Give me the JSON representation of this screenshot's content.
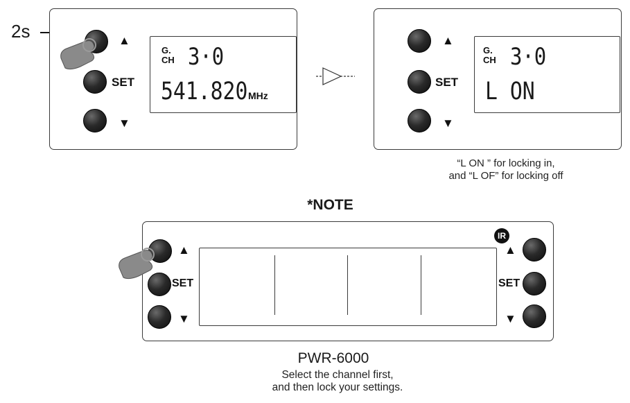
{
  "label_2s": "2s",
  "arrow_up": "▲",
  "arrow_down": "▼",
  "set": "SET",
  "lcd1": {
    "g": "G.",
    "ch": "CH",
    "channel": "3·0",
    "freq": "541.820",
    "unit": "MHz"
  },
  "lcd2": {
    "g": "G.",
    "ch": "CH",
    "channel": "3·0",
    "status": "L ON"
  },
  "caption_lock": [
    "“L ON ” for locking in,",
    "and “L OF” for locking off"
  ],
  "note_title": "*NOTE",
  "ir_badge": "IR",
  "model": "PWR-6000",
  "caption_note": [
    "Select the channel first,",
    "and then lock your settings."
  ]
}
